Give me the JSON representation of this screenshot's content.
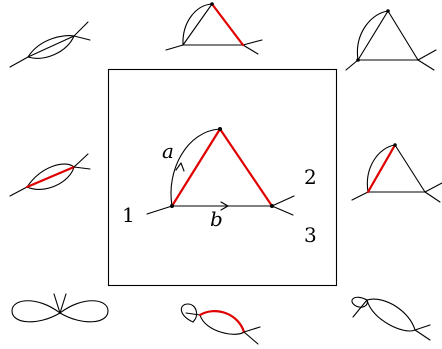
{
  "colors": {
    "stroke": "#000000",
    "highlight": "#e00000"
  },
  "central_diagram": {
    "line_labels": {
      "arc": "a",
      "bottom": "b"
    },
    "leg_labels": {
      "left": "1",
      "right_upper": "2",
      "right_lower": "3"
    }
  },
  "panels": [
    "bubble-top-left",
    "triangle-top-center",
    "triangle-top-right",
    "bubble-middle-left",
    "triangle-middle-right",
    "figure-eight-bottom-left",
    "bubble-bottom-center",
    "loop-bottom-right"
  ]
}
